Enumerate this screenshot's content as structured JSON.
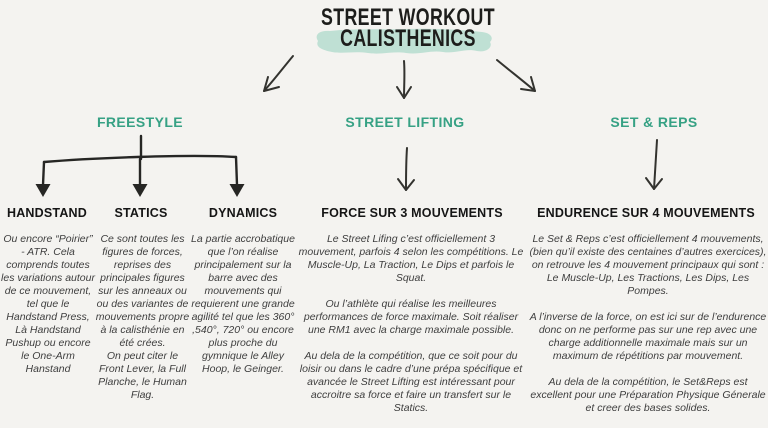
{
  "title": {
    "line1": "STREET WORKOUT",
    "line2": "CALISTHENICS"
  },
  "branches": [
    {
      "label": "FREESTYLE"
    },
    {
      "label": "STREET LIFTING"
    },
    {
      "label": "SET & REPS"
    }
  ],
  "columns": [
    {
      "heading": "HANDSTAND",
      "paragraphs": [
        "Ou encore “Poirier” - ATR. Cela comprends toutes les variations autour de ce mouvement, tel que le Handstand Press, Là Handstand Pushup ou encore le One-Arm Hanstand"
      ]
    },
    {
      "heading": "STATICS",
      "paragraphs": [
        "Ce sont toutes les figures de forces, reprises des principales figures sur les anneaux ou ou des variantes de mouvements propre à la calisthénie en été crées.",
        "On peut citer le Front Lever, la Full Planche, le Human Flag."
      ]
    },
    {
      "heading": "DYNAMICS",
      "paragraphs": [
        "La partie accrobatique que l’on réalise principalement sur la barre avec des mouvements qui requierent une grande agilité tel que les 360° ,540°, 720° ou encore plus proche du gymnique le Alley Hoop, le Geinger."
      ]
    },
    {
      "heading": "FORCE SUR 3 MOUVEMENTS",
      "paragraphs": [
        "Le Street Lifing c’est officiellement 3 mouvement, parfois 4 selon les compétitions. Le Muscle-Up, La Traction, Le Dips et parfois le Squat.",
        "Ou l’athlète qui réalise les meilleures performances de force maximale. Soit réaliser une RM1 avec la charge maximale possible.",
        "Au dela de la compétition, que ce soit pour du loisir ou dans le cadre d’une prépa spécifique et avancée le Street Lifting est intéressant pour accroitre sa force et faire un transfert sur le Statics."
      ]
    },
    {
      "heading": "ENDURENCE SUR 4 MOUVEMENTS",
      "paragraphs": [
        "Le Set & Reps c’est officiellement 4 mouvements, (bien qu’il existe des centaines d’autres exercices), on retrouve les 4 mouvement principaux qui sont : Le Muscle-Up, Les Tractions, Les Dips, Les Pompes.",
        "A l’inverse de la force, on est ici sur de l’endurence donc on ne performe pas sur une rep avec une charge additionnelle maximale mais sur un maximum de répétitions par mouvement.",
        "Au dela de la compétition, le Set&Reps est excellent pour une Préparation Physique Génerale et creer des bases solides."
      ]
    }
  ],
  "colors": {
    "background": "#f4f3f0",
    "accent_teal": "#36a184",
    "highlight_mint": "#bfe0d4",
    "ink": "#1d1d1b",
    "body_text": "#3e3e3e",
    "arrow": "#33332f"
  }
}
